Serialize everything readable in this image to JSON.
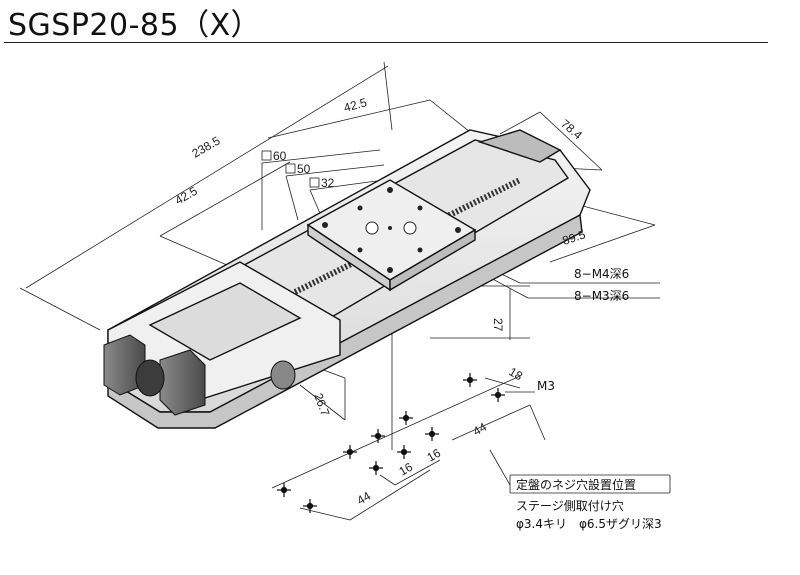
{
  "title": "SGSP20-85（X）",
  "dimensions": {
    "total_length": "238.5",
    "stage_offset_top": "42.5",
    "stage_offset_left": "42.5",
    "table_60": "60",
    "table_50": "50",
    "table_32": "32",
    "width": "78.4",
    "depth": "89.5",
    "height": "27",
    "knob": "26.7",
    "hole_18": "18",
    "hole_16a": "16",
    "hole_16b": "16",
    "hole_44a": "44",
    "hole_44b": "44"
  },
  "callouts": {
    "m4": "8−M4深6",
    "m3": "8−M3深6",
    "m3_small": "M3"
  },
  "notes": {
    "box": "定盤のネジ穴設置位置",
    "line1": "ステージ側取付け穴",
    "line2": "φ3.4キリ　φ6.5ザグリ深3"
  }
}
